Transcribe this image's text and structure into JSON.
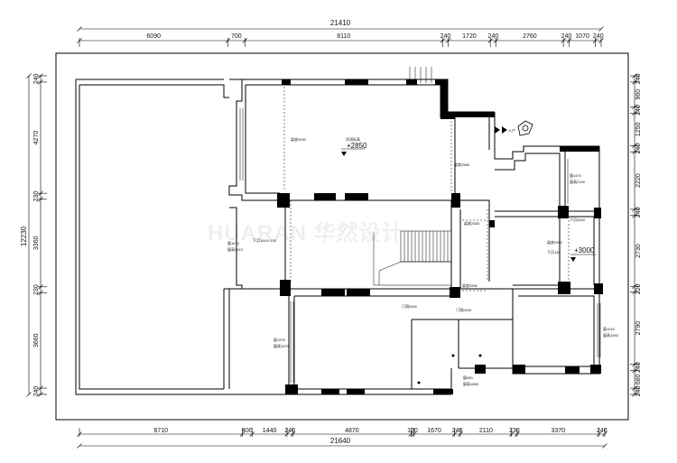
{
  "dims": {
    "top_total": "21410",
    "top": [
      "6090",
      "700",
      "8110",
      "240",
      "1720",
      "240",
      "2760",
      "240",
      "1070",
      "240"
    ],
    "bottom_total": "21640",
    "bottom": [
      "6710",
      "400",
      "1440",
      "240",
      "4870",
      "120",
      "1670",
      "240",
      "2110",
      "230",
      "3370",
      "240"
    ],
    "left_total": "12230",
    "left": [
      "240",
      "4270",
      "230",
      "3360",
      "230",
      "3660",
      "240"
    ],
    "right": [
      "240",
      "960",
      "240",
      "1250",
      "240",
      "2220",
      "240",
      "2730",
      "220",
      "2790",
      "240",
      "680",
      "240"
    ]
  },
  "elevations": {
    "main": "+2850",
    "right_room": "+3000"
  },
  "main_note": "吊顶标高",
  "labels": {
    "a": "梁底2590",
    "b": "梁底2580",
    "c": "梁底2580",
    "d": "梁底2590",
    "e": "门洞2640",
    "f": "门洞2400",
    "g": "窗1470",
    "h": "窗高2100",
    "i": "下沉3320",
    "j": "梁底2550",
    "k": "下沉130",
    "l": "窗1610",
    "m": "窗高3010",
    "n": "下沉1610+130",
    "o": "窗1970",
    "p": "窗高1570",
    "q": "窗1010",
    "r": "窗高1550",
    "s": "窗950",
    "t": "窗高1660"
  },
  "entrance_label": "入户",
  "watermark": "HUARAN 华然设计"
}
